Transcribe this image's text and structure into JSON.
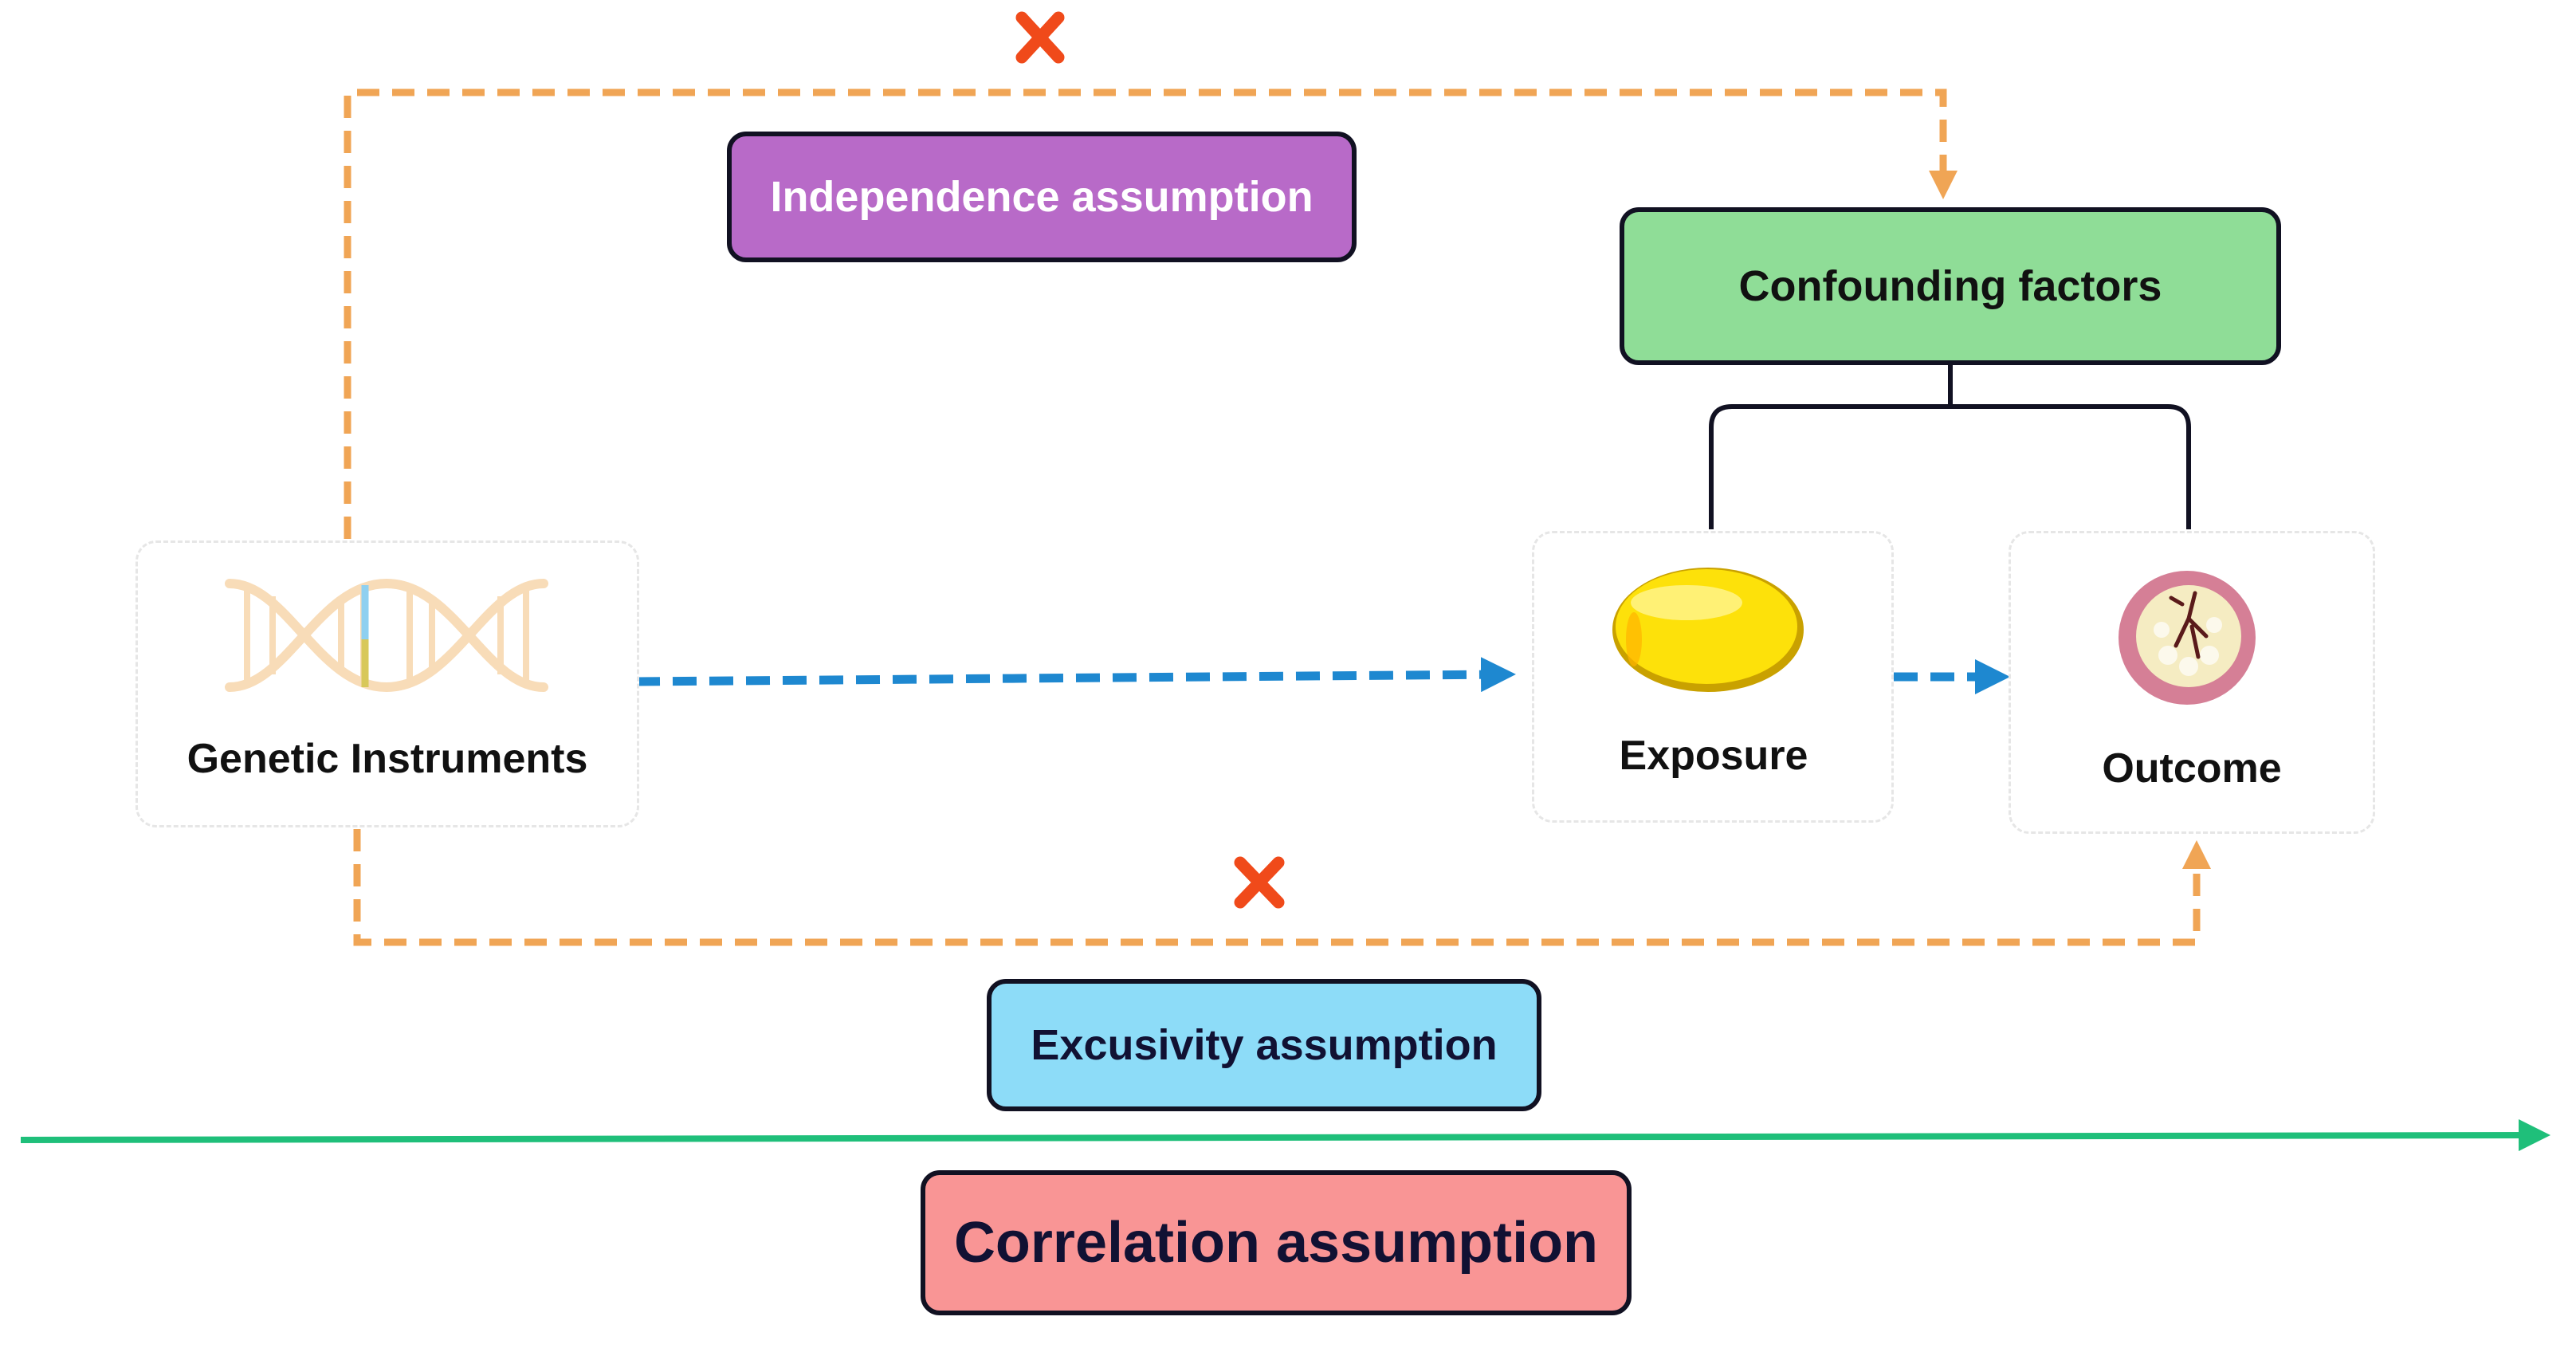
{
  "nodes": {
    "genetic": {
      "label": "Genetic Instruments"
    },
    "exposure": {
      "label": "Exposure"
    },
    "outcome": {
      "label": "Outcome"
    }
  },
  "assumptions": {
    "independence": {
      "label": "Independence assumption",
      "fill": "#b86ac8",
      "text_color": "#ffffff"
    },
    "confounding": {
      "label": "Confounding factors",
      "fill": "#8fdd97",
      "text_color": "#111111"
    },
    "exclusivity": {
      "label": "Excusivity assumption",
      "fill": "#8ddcf8",
      "text_color": "#111133"
    },
    "correlation": {
      "label": "Correlation assumption",
      "fill": "#f99595",
      "text_color": "#111133"
    }
  },
  "colors": {
    "dashed_orange": "#f0a555",
    "dashed_blue": "#1e88d0",
    "timeline_green": "#1fbf7a",
    "cross_red": "#f04a1a",
    "connector": "#111122"
  },
  "icons": {
    "genetic": "dna-helix-icon",
    "exposure": "capsule-icon",
    "outcome": "tissue-cross-section-icon",
    "blocked": "red-cross-icon"
  }
}
